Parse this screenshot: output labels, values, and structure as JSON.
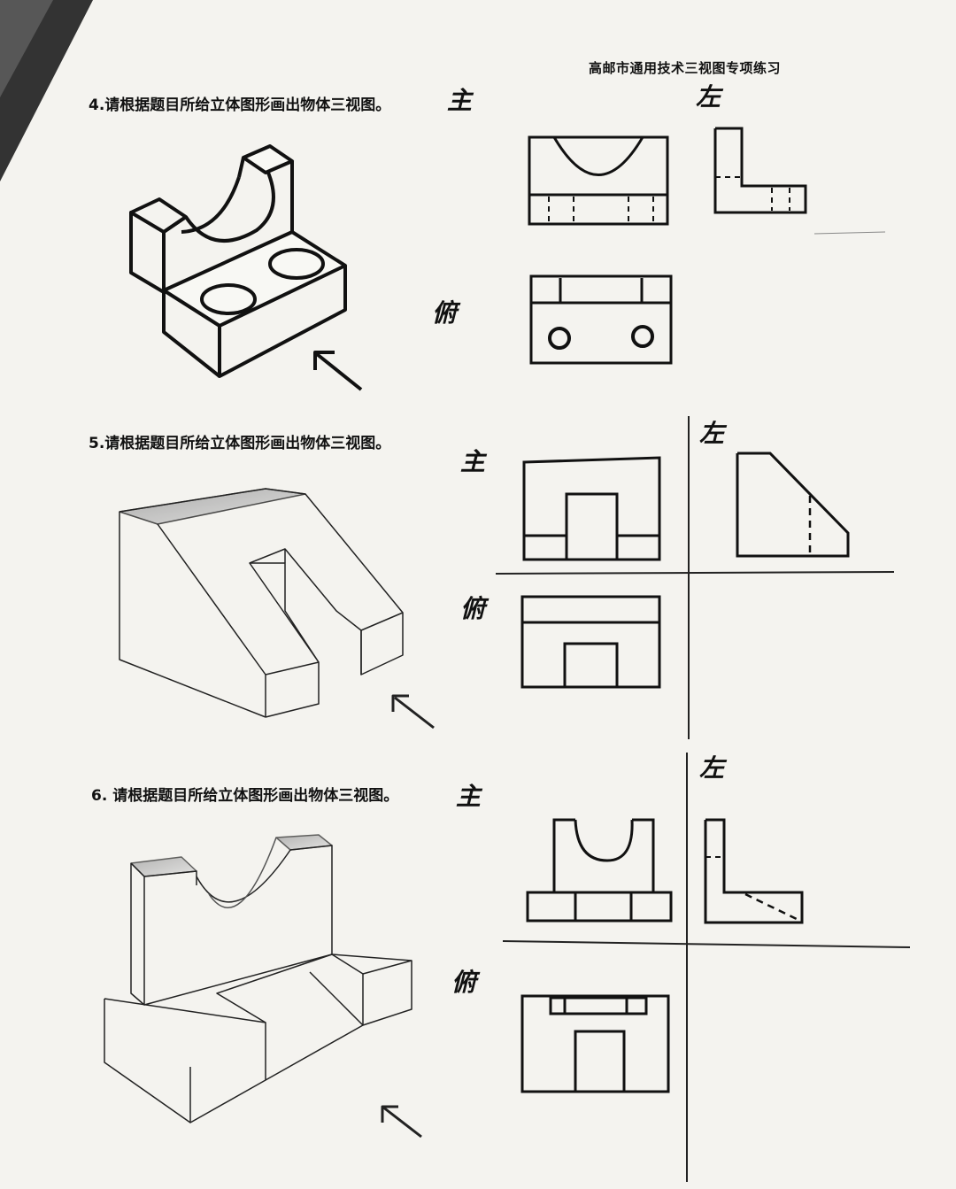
{
  "header": {
    "title": "高邮市通用技术三视图专项练习"
  },
  "questions": [
    {
      "prompt": "4.请根据题目所给立体图形画出物体三视图。",
      "labels": {
        "front": "主",
        "left": "左",
        "top": "俯"
      }
    },
    {
      "prompt": "5.请根据题目所给立体图形画出物体三视图。",
      "labels": {
        "front": "主",
        "left": "左",
        "top": "俯"
      }
    },
    {
      "prompt": "6.  请根据题目所给立体图形画出物体三视图。",
      "labels": {
        "front": "主",
        "left": "左",
        "top": "俯"
      }
    }
  ]
}
